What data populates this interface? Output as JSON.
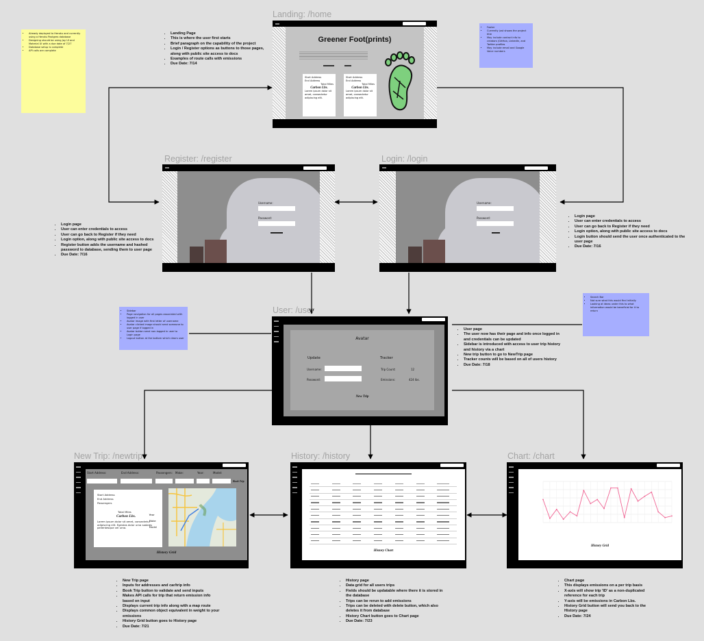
{
  "frames": {
    "landing": {
      "title": "Landing: /home",
      "heading": "Greener Foot(prints)",
      "card_lines": [
        "Start Address",
        "End Address",
        "Total Miles"
      ],
      "card_value": "Carbon Lbs.",
      "card_body": "Lorem ipsum dolor sit amet, consectetur adipiscing elit."
    },
    "register": {
      "title": "Register: /register",
      "username_label": "Username:",
      "password_label": "Password:"
    },
    "login": {
      "title": "Login: /login",
      "username_label": "Username:",
      "password_label": "Password:"
    },
    "user": {
      "title": "User: /user",
      "avatar": "Avatar",
      "update": "Update",
      "tracker": "Tracker",
      "username_label": "Username:",
      "password_label": "Password:",
      "trip_count_label": "Trip Count:",
      "trip_count": "12",
      "emissions_label": "Emissions:",
      "emissions": "424 lbs.",
      "new_trip": "New Trip"
    },
    "newtrip": {
      "title": "New Trip: /newtrip",
      "form_fields": [
        "Start Address:",
        "End Address:",
        "Passengers:",
        "Make:",
        "Year:",
        "Model:"
      ],
      "book_trip": "Book Trip",
      "card_lines": [
        "Start Address",
        "End Address",
        "Passengers"
      ],
      "card_right": [
        "Year",
        "Make",
        "Model"
      ],
      "total_miles": "Total Miles",
      "card_value": "Carbon Lbs.",
      "card_body": "Lorem ipsum dolor sit amet, consectetur adipiscing elit. Egestas dolor urna sodales pellentesque vel urna.",
      "history_grid": "History Grid"
    },
    "history": {
      "title": "History: /history",
      "history_chart": "History Chart"
    },
    "chart": {
      "title": "Chart: /chart",
      "history_grid": "History Grid"
    }
  },
  "bullets": {
    "landing": [
      "Landing Page",
      "This is where the user first starts",
      "Brief paragraph on the capability of the project",
      "Login / Register options as buttons to those pages, along with public site access to docs",
      "Examples of route calls with emissions",
      "Due Date: 7/14"
    ],
    "register": [
      "Login page",
      "User can enter credentials to access",
      "User can go back to Register if they need",
      "Login option, along with public site access to docs",
      "Register button adds the username and hashed password to database, sending them to user page",
      "Due Date: 7/16"
    ],
    "login": [
      "Login page",
      "User can enter credentials to access",
      "User can go back to Register if they need",
      "Login option, along with public site access to docs",
      "Login button should send the user once authenticated to the user page",
      "Due Date: 7/16"
    ],
    "user": [
      "User page",
      "The user now has their page and info once logged in and credentials can be updated",
      "Sidebar is introduced with access to user trip history and history via a chart",
      "New trip button to go to NewTrip page",
      "Tracker counts will be based on all of users history",
      "Due Date: 7/18"
    ],
    "newtrip": [
      "New Trip page",
      "Inputs for addresses and car/trip info",
      "Book Trip button to validate and send inputs",
      "Makes API calls for trip that return emission info based on input",
      "Displays current trip info along with a map route",
      "Displays common object equivalent in weight to your emissions",
      "History Grid button goes to History page",
      "Due Date: 7/21"
    ],
    "history": [
      "History page",
      "Data grid for all users trips",
      "Fields should be updatable where there it is stored in the database",
      "Trips can be rerun to add emissions",
      "Trips can be deleted with delete button, which also deletes it from database",
      "History Chart button goes to Chart page",
      "Due Date: 7/23"
    ],
    "chart": [
      "Chart page",
      "This displays emissions on a per trip basis",
      "X-axis will show trip 'ID' as a non-duplicated reference for each trip",
      "Y-axis will be emissions in Carbon Lbs.",
      "History Grid button will send you back to the History page",
      "Due Date: 7/24"
    ]
  },
  "notes": {
    "yellow": [
      "Already deployed to Heroku and currently using a Heroku Postgres database",
      "Designing should be using Joy UI and Material UI with a due date of 7/27",
      "Database setup is complete",
      "API calls are complete"
    ],
    "footer": [
      "Footer",
      "Currently just shows the project title",
      "May include contact info to creators (GitHub, LinkedIn, and Twitter profiles",
      "May include email and Google Voice numbers"
    ],
    "sidebar": [
      "Sidebar",
      "Page navigation for all pages associated with logged in user",
      "Avatar image with first letter of username",
      "Avatar clicked image should send someone to user page if logged in",
      "Avatar button send non-logged in user to Login page",
      "Logout button at the bottom which clears user"
    ],
    "search": [
      "Search Bar",
      "Not sure what this would find initially",
      "Looking at ideas under this to what information would be beneficial for it to return"
    ]
  },
  "colors": {
    "board": "#e0e0e0",
    "frame": "#000000",
    "sticky_yellow": "#fdfd9c",
    "sticky_blue": "#a6aeff",
    "chart_line": "#f06292",
    "footprint": "#7ed07e"
  },
  "chart_data": {
    "type": "line",
    "x": [
      1,
      2,
      3,
      4,
      5,
      6,
      7,
      8,
      9,
      10,
      11,
      12,
      13,
      14,
      15,
      16,
      17,
      18,
      19,
      20
    ],
    "values": [
      140,
      25,
      80,
      20,
      65,
      40,
      195,
      115,
      140,
      85,
      210,
      210,
      30,
      205,
      130,
      160,
      185,
      65,
      30,
      40
    ],
    "ylim": [
      0,
      250
    ],
    "grid": true
  }
}
